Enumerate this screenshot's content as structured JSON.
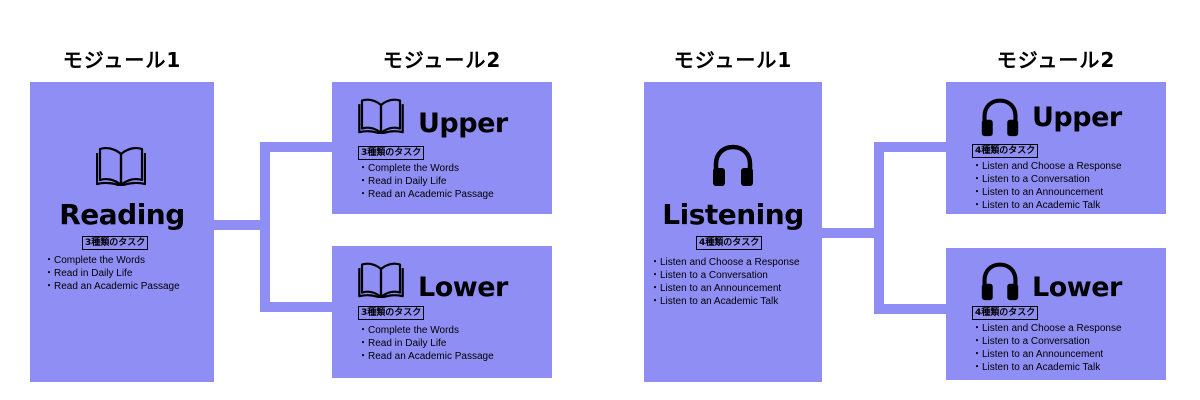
{
  "reading": {
    "module1": {
      "label": "モジュール1",
      "title": "Reading",
      "badge": "3種類のタスク",
      "tasks": [
        "Complete the Words",
        "Read in Daily Life",
        "Read an Academic Passage"
      ]
    },
    "module2": {
      "label": "モジュール2",
      "upper": {
        "title": "Upper",
        "badge": "3種類のタスク",
        "tasks": [
          "Complete the Words",
          "Read in Daily Life",
          "Read an Academic Passage"
        ]
      },
      "lower": {
        "title": "Lower",
        "badge": "3種類のタスク",
        "tasks": [
          "Complete the Words",
          "Read in Daily Life",
          "Read an Academic Passage"
        ]
      }
    }
  },
  "listening": {
    "module1": {
      "label": "モジュール1",
      "title": "Listening",
      "badge": "4種類のタスク",
      "tasks": [
        "Listen and Choose a Response",
        "Listen to a Conversation",
        "Listen to an Announcement",
        "Listen to an Academic Talk"
      ]
    },
    "module2": {
      "label": "モジュール2",
      "upper": {
        "title": "Upper",
        "badge": "4種類のタスク",
        "tasks": [
          "Listen and Choose a Response",
          "Listen to a Conversation",
          "Listen to an Announcement",
          "Listen to an Academic Talk"
        ]
      },
      "lower": {
        "title": "Lower",
        "badge": "4種類のタスク",
        "tasks": [
          "Listen and Choose a Response",
          "Listen to a Conversation",
          "Listen to an Announcement",
          "Listen to an Academic Talk"
        ]
      }
    }
  },
  "colors": {
    "box_fill": "#8f8ef5",
    "text": "#000000"
  },
  "icons": {
    "reading": "open-book-icon",
    "listening": "headphones-icon"
  }
}
